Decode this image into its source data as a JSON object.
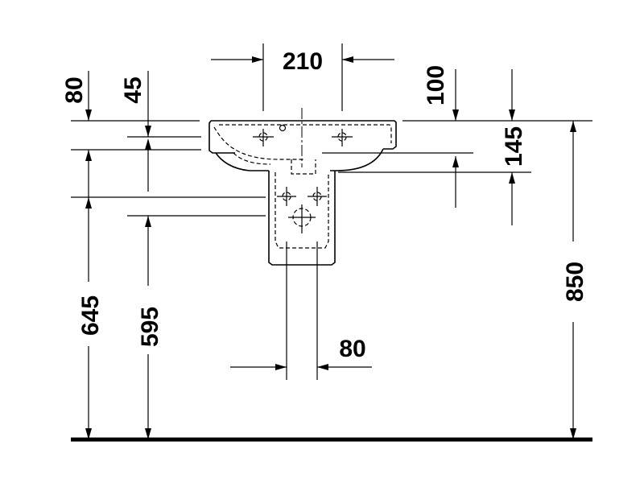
{
  "drawing": {
    "dimensions": {
      "d210": "210",
      "d80_top": "80",
      "d45": "45",
      "d100": "100",
      "d145": "145",
      "d850": "850",
      "d645": "645",
      "d595": "595",
      "d80_bottom": "80"
    }
  }
}
